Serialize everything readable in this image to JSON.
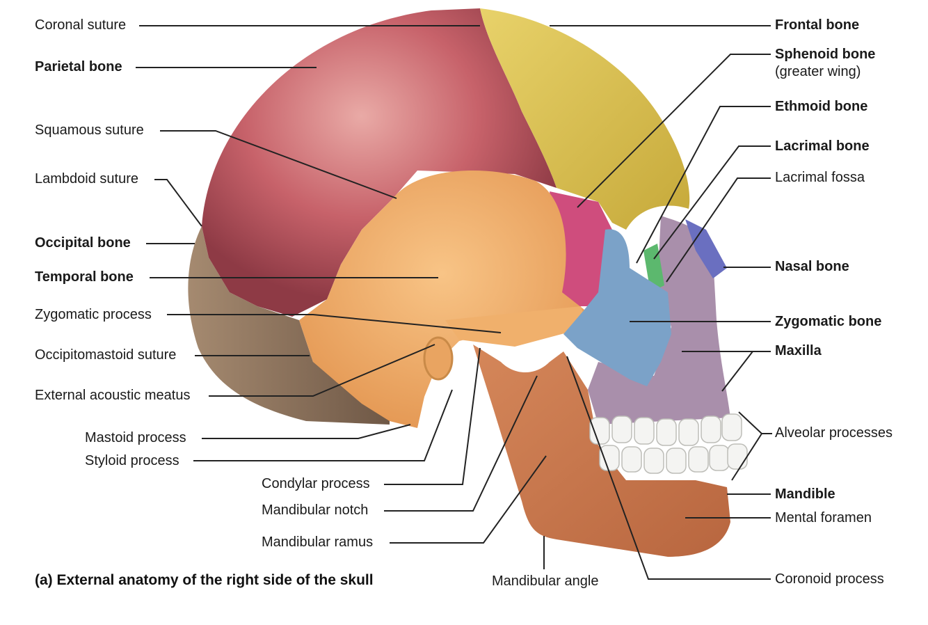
{
  "caption": "(a) External anatomy of the right side of the skull",
  "labels": {
    "coronal_suture": "Coronal suture",
    "parietal_bone": "Parietal bone",
    "squamous_suture": "Squamous suture",
    "lambdoid_suture": "Lambdoid suture",
    "occipital_bone": "Occipital bone",
    "temporal_bone": "Temporal bone",
    "zygomatic_process": "Zygomatic process",
    "occipitomastoid_suture": "Occipitomastoid suture",
    "external_acoustic_meatus": "External acoustic meatus",
    "mastoid_process": "Mastoid process",
    "styloid_process": "Styloid process",
    "condylar_process": "Condylar process",
    "mandibular_notch": "Mandibular notch",
    "mandibular_ramus": "Mandibular ramus",
    "mandibular_angle": "Mandibular angle",
    "frontal_bone": "Frontal bone",
    "sphenoid_bone": "Sphenoid bone",
    "sphenoid_sub": "(greater wing)",
    "ethmoid_bone": "Ethmoid bone",
    "lacrimal_bone": "Lacrimal bone",
    "lacrimal_fossa": "Lacrimal fossa",
    "nasal_bone": "Nasal bone",
    "zygomatic_bone": "Zygomatic bone",
    "maxilla": "Maxilla",
    "alveolar_processes": "Alveolar processes",
    "mandible": "Mandible",
    "mental_foramen": "Mental foramen",
    "coronoid_process": "Coronoid process"
  },
  "colors": {
    "parietal": "#c7626a",
    "frontal": "#d9c04a",
    "temporal": "#eba764",
    "occipital": "#9b7d62",
    "sphenoid": "#cf4d7d",
    "zygomatic": "#7ba2c8",
    "maxilla": "#a98fab",
    "nasal": "#6a6fc0",
    "ethmoid": "#5cb86e",
    "mandible": "#c8774c",
    "teeth": "#f4f4f2",
    "leader_line": "#222222"
  }
}
